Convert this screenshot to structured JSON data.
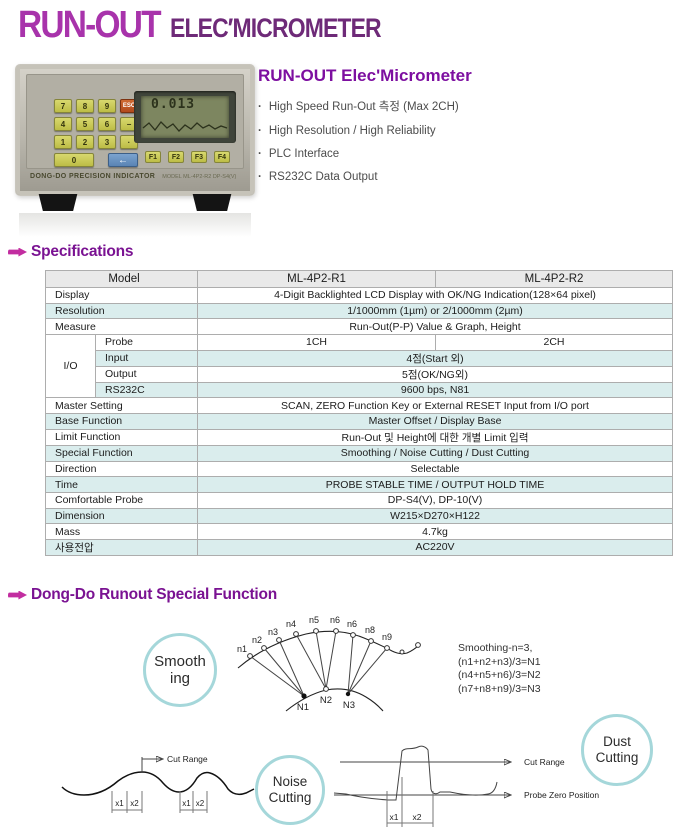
{
  "page": {
    "title_main": "RUN-OUT",
    "title_sub": "ELEC′MICROMETER"
  },
  "product": {
    "heading": "RUN-OUT Elec'Micrometer",
    "features": [
      "High Speed Run-Out 측정 (Max 2CH)",
      "High Resolution / High Reliability",
      "PLC Interface",
      "RS232C Data Output"
    ],
    "device": {
      "lcd_value": "0.013",
      "keys": [
        "7",
        "8",
        "9",
        "ESC",
        "4",
        "5",
        "6",
        "−",
        "1",
        "2",
        "3",
        "·",
        "0",
        "←"
      ],
      "fkeys": [
        "F1",
        "F2",
        "F3",
        "F4"
      ],
      "brand_label": "DONG-DO  PRECISION INDICATOR",
      "model_label": "MODEL ML-4P2-R2  DP-S4(V)"
    }
  },
  "specs": {
    "heading": "Specifications",
    "header": {
      "model": "Model",
      "r1": "ML-4P2-R1",
      "r2": "ML-4P2-R2"
    },
    "rows": {
      "display": {
        "label": "Display",
        "value": "4-Digit Backlighted LCD Display with OK/NG Indication(128×64 pixel)"
      },
      "resolution": {
        "label": "Resolution",
        "value": "1/1000mm (1µm) or 2/1000mm (2µm)"
      },
      "measure": {
        "label": "Measure",
        "value": "Run-Out(P-P) Value & Graph, Height"
      },
      "master_setting": {
        "label": "Master Setting",
        "value": "SCAN, ZERO Function Key or External RESET Input from I/O port"
      },
      "base_function": {
        "label": "Base Function",
        "value": "Master Offset / Display Base"
      },
      "limit_function": {
        "label": "Limit Function",
        "value": "Run-Out 및 Height에 대한 개별 Limit 입력"
      },
      "special_function": {
        "label": "Special Function",
        "value": "Smoothing / Noise Cutting / Dust Cutting"
      },
      "direction": {
        "label": "Direction",
        "value": "Selectable"
      },
      "time": {
        "label": "Time",
        "value": "PROBE STABLE TIME / OUTPUT HOLD TIME"
      },
      "comfortable_probe": {
        "label": "Comfortable Probe",
        "value": "DP-S4(V), DP-10(V)"
      },
      "dimension": {
        "label": "Dimension",
        "value": "W215×D270×H122"
      },
      "mass": {
        "label": "Mass",
        "value": "4.7kg"
      },
      "voltage": {
        "label": "사용전압",
        "value": "AC220V"
      }
    },
    "io": {
      "label": "I/O",
      "probe": {
        "label": "Probe",
        "r1": "1CH",
        "r2": "2CH"
      },
      "input": {
        "label": "Input",
        "value": "4점(Start 외)"
      },
      "output": {
        "label": "Output",
        "value": "5점(OK/NG외)"
      },
      "rs232c": {
        "label": "RS232C",
        "value": "9600 bps, N81"
      }
    }
  },
  "special": {
    "heading": "Dong-Do Runout Special Function",
    "smoothing": {
      "circle_line1": "Smooth",
      "circle_line2": "ing",
      "points": [
        "n1",
        "n2",
        "n3",
        "n4",
        "n5",
        "n6",
        "n6",
        "n8",
        "n9"
      ],
      "nodes": [
        "N1",
        "N2",
        "N3"
      ],
      "formula": [
        "Smoothing-n=3,",
        "(n1+n2+n3)/3=N1",
        "(n4+n5+n6)/3=N2",
        "(n7+n8+n9)/3=N3"
      ]
    },
    "noise": {
      "circle_line1": "Noise",
      "circle_line2": "Cutting",
      "cut_range": "Cut Range",
      "markers": [
        "x1",
        "x2",
        "x1",
        "x2"
      ]
    },
    "dust": {
      "circle_line1": "Dust",
      "circle_line2": "Cutting",
      "cut_range": "Cut Range",
      "probe_zero": "Probe Zero Position",
      "markers": [
        "x1",
        "x2"
      ]
    }
  }
}
